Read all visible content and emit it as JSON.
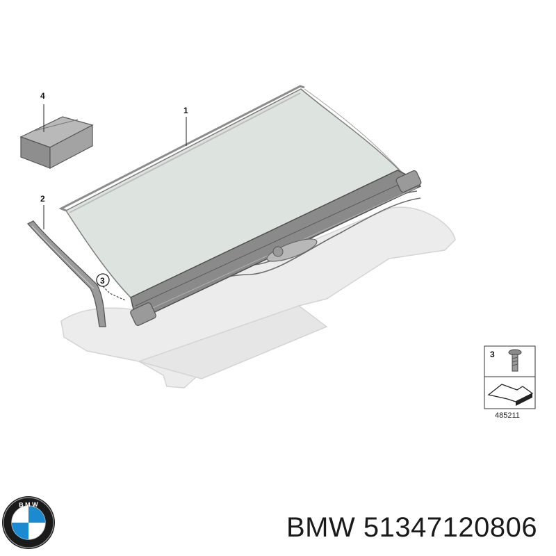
{
  "diagram": {
    "callouts": {
      "part1": "1",
      "part2": "2",
      "part3": "3",
      "part4": "4"
    },
    "fastener_box": {
      "callout": "3",
      "reference_number": "485211"
    }
  },
  "footer": {
    "brand": "BMW",
    "part_number": "51347120806"
  },
  "colors": {
    "screen_fill": "#dde4df",
    "frame_gray": "#8c8c8c",
    "ghost_gray": "#e2e2e2",
    "bmw_blue": "#1c8ad0"
  },
  "icons": {
    "logo": "bmw-roundel-logo"
  }
}
